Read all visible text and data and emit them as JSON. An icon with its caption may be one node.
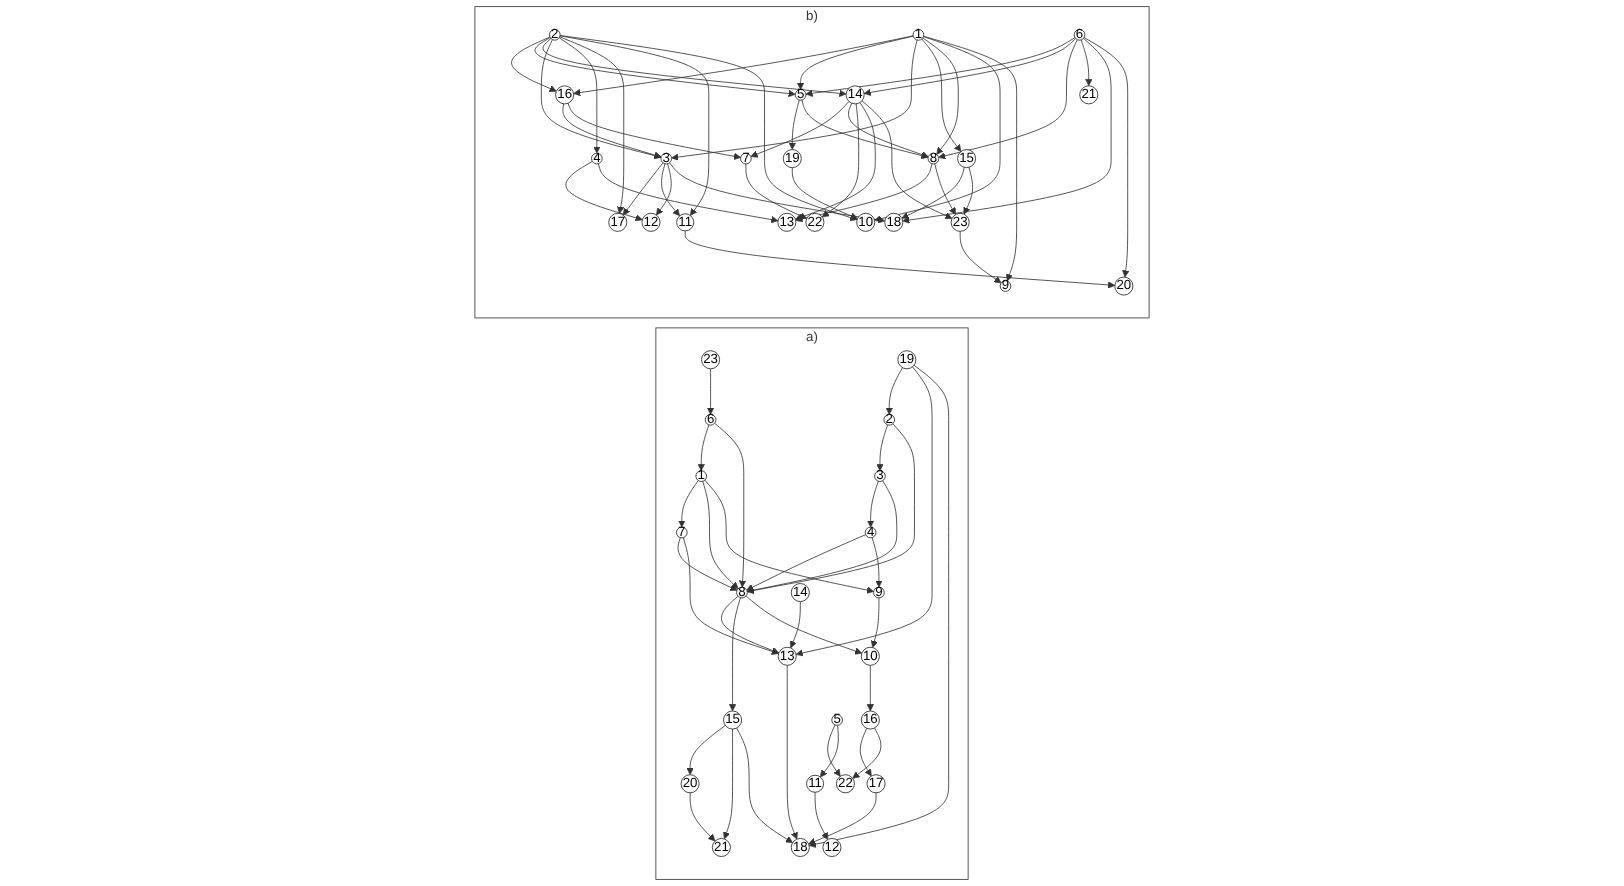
{
  "diagram": {
    "nodes": [
      {
        "text": [
          "a)"
        ]
      },
      {
        "text": [
          "23"
        ],
        "in": 0
      },
      {
        "text": [
          "19"
        ],
        "in": 0
      },
      {
        "text": [
          "6"
        ],
        "in": 0
      },
      {
        "text": [
          "2"
        ],
        "in": 0
      },
      {
        "text": [
          "1"
        ],
        "in": 0
      },
      {
        "text": [
          "3"
        ],
        "in": 0
      },
      {
        "text": [
          "7"
        ],
        "in": 0
      },
      {
        "text": [
          "4"
        ],
        "in": 0
      },
      {
        "text": [
          "14"
        ],
        "in": 0
      },
      {
        "text": [
          "8"
        ],
        "in": 0
      },
      {
        "text": [
          "9"
        ],
        "in": 0
      },
      {
        "text": [
          "13"
        ],
        "in": 0
      },
      {
        "text": [
          "15"
        ],
        "in": 0
      },
      {
        "text": [
          "10"
        ],
        "in": 0
      },
      {
        "text": [
          "20"
        ],
        "in": 0
      },
      {
        "text": [
          "16"
        ],
        "in": 0
      },
      {
        "text": [
          "5"
        ],
        "in": 0
      },
      {
        "text": [
          "21"
        ],
        "in": 0
      },
      {
        "text": [
          "17"
        ],
        "in": 0
      },
      {
        "text": [
          "22"
        ],
        "in": 0
      },
      {
        "text": [
          "11"
        ],
        "in": 0
      },
      {
        "text": [
          "18"
        ],
        "in": 0
      },
      {
        "text": [
          "12"
        ],
        "in": 0
      },
      {
        "text": [
          "b)"
        ]
      },
      {
        "text": [
          "2"
        ],
        "in": 24
      },
      {
        "text": [
          "1"
        ],
        "in": 24
      },
      {
        "text": [
          "6"
        ],
        "in": 24
      },
      {
        "text": [
          "16"
        ],
        "in": 24
      },
      {
        "text": [
          "5"
        ],
        "in": 24
      },
      {
        "text": [
          "14"
        ],
        "in": 24
      },
      {
        "text": [
          "21"
        ],
        "in": 24
      },
      {
        "text": [
          "3"
        ],
        "in": 24
      },
      {
        "text": [
          "4"
        ],
        "in": 24
      },
      {
        "text": [
          "19"
        ],
        "in": 24
      },
      {
        "text": [
          "7"
        ],
        "in": 24
      },
      {
        "text": [
          "15"
        ],
        "in": 24
      },
      {
        "text": [
          "8"
        ],
        "in": 24
      },
      {
        "text": [
          "17"
        ],
        "in": 24
      },
      {
        "text": [
          "11"
        ],
        "in": 24
      },
      {
        "text": [
          "12"
        ],
        "in": 24
      },
      {
        "text": [
          "10"
        ],
        "in": 24
      },
      {
        "text": [
          "18"
        ],
        "in": 24
      },
      {
        "text": [
          "22"
        ],
        "in": 24
      },
      {
        "text": [
          "13"
        ],
        "in": 24
      },
      {
        "text": [
          "23"
        ],
        "in": 24
      },
      {
        "text": [
          "20"
        ],
        "in": 24
      },
      {
        "text": [
          "9"
        ],
        "in": 24
      }
    ],
    "edges": [
      {
        "from": 1,
        "to": 3,
        "arrow": "to"
      },
      {
        "from": 2,
        "to": 4,
        "arrow": "to"
      },
      {
        "from": 2,
        "to": 12,
        "arrow": "to"
      },
      {
        "from": 2,
        "to": 22,
        "arrow": "to"
      },
      {
        "from": 3,
        "to": 5,
        "arrow": "to"
      },
      {
        "from": 3,
        "to": 10,
        "arrow": "to"
      },
      {
        "from": 4,
        "to": 6,
        "arrow": "to"
      },
      {
        "from": 4,
        "to": 10,
        "arrow": "to"
      },
      {
        "from": 5,
        "to": 7,
        "arrow": "to"
      },
      {
        "from": 5,
        "to": 10,
        "arrow": "to"
      },
      {
        "from": 5,
        "to": 11,
        "arrow": "to"
      },
      {
        "from": 6,
        "to": 8,
        "arrow": "to"
      },
      {
        "from": 6,
        "to": 10,
        "arrow": "to"
      },
      {
        "from": 8,
        "to": 10,
        "arrow": "to"
      },
      {
        "from": 8,
        "to": 11,
        "arrow": "to"
      },
      {
        "from": 7,
        "to": 10,
        "arrow": "to"
      },
      {
        "from": 7,
        "to": 12,
        "arrow": "to"
      },
      {
        "from": 9,
        "to": 12,
        "arrow": "to"
      },
      {
        "from": 10,
        "to": 12,
        "arrow": "to"
      },
      {
        "from": 10,
        "to": 13,
        "arrow": "to"
      },
      {
        "from": 10,
        "to": 14,
        "arrow": "to"
      },
      {
        "from": 11,
        "to": 14,
        "arrow": "to"
      },
      {
        "from": 14,
        "to": 16,
        "arrow": "to"
      },
      {
        "from": 13,
        "to": 15,
        "arrow": "to"
      },
      {
        "from": 13,
        "to": 18,
        "arrow": "to"
      },
      {
        "from": 13,
        "to": 22,
        "arrow": "to"
      },
      {
        "from": 15,
        "to": 18,
        "arrow": "to"
      },
      {
        "from": 16,
        "to": 19,
        "arrow": "to"
      },
      {
        "from": 16,
        "to": 20,
        "arrow": "to"
      },
      {
        "from": 17,
        "to": 20,
        "arrow": "to"
      },
      {
        "from": 17,
        "to": 21,
        "arrow": "to"
      },
      {
        "from": 21,
        "to": 23,
        "arrow": "to"
      },
      {
        "from": 19,
        "to": 22,
        "arrow": "to"
      },
      {
        "from": 12,
        "to": 22,
        "arrow": "to"
      },
      {
        "from": 25,
        "to": 28,
        "arrow": "to"
      },
      {
        "from": 25,
        "to": 29,
        "arrow": "to"
      },
      {
        "from": 25,
        "to": 30,
        "arrow": "to"
      },
      {
        "from": 25,
        "to": 32,
        "arrow": "to"
      },
      {
        "from": 25,
        "to": 33,
        "arrow": "to"
      },
      {
        "from": 25,
        "to": 38,
        "arrow": "to"
      },
      {
        "from": 25,
        "to": 39,
        "arrow": "to"
      },
      {
        "from": 25,
        "to": 41,
        "arrow": "to"
      },
      {
        "from": 26,
        "to": 28,
        "arrow": "to"
      },
      {
        "from": 26,
        "to": 29,
        "arrow": "to"
      },
      {
        "from": 26,
        "to": 32,
        "arrow": "to"
      },
      {
        "from": 26,
        "to": 36,
        "arrow": "to"
      },
      {
        "from": 26,
        "to": 37,
        "arrow": "to"
      },
      {
        "from": 26,
        "to": 41,
        "arrow": "to"
      },
      {
        "from": 26,
        "to": 47,
        "arrow": "to"
      },
      {
        "from": 27,
        "to": 29,
        "arrow": "to"
      },
      {
        "from": 27,
        "to": 30,
        "arrow": "to"
      },
      {
        "from": 27,
        "to": 37,
        "arrow": "to"
      },
      {
        "from": 27,
        "to": 31,
        "arrow": "to"
      },
      {
        "from": 27,
        "to": 42,
        "arrow": "to"
      },
      {
        "from": 27,
        "to": 46,
        "arrow": "to"
      },
      {
        "from": 28,
        "to": 32,
        "arrow": "to"
      },
      {
        "from": 28,
        "to": 35,
        "arrow": "to"
      },
      {
        "from": 29,
        "to": 34,
        "arrow": "to"
      },
      {
        "from": 29,
        "to": 37,
        "arrow": "to"
      },
      {
        "from": 30,
        "to": 35,
        "arrow": "to"
      },
      {
        "from": 30,
        "to": 37,
        "arrow": "to"
      },
      {
        "from": 30,
        "to": 43,
        "arrow": "to"
      },
      {
        "from": 30,
        "to": 44,
        "arrow": "to"
      },
      {
        "from": 30,
        "to": 45,
        "arrow": "to"
      },
      {
        "from": 32,
        "to": 38,
        "arrow": "to"
      },
      {
        "from": 32,
        "to": 39,
        "arrow": "to"
      },
      {
        "from": 32,
        "to": 40,
        "arrow": "to"
      },
      {
        "from": 32,
        "to": 42,
        "arrow": "to"
      },
      {
        "from": 33,
        "to": 40,
        "arrow": "to"
      },
      {
        "from": 33,
        "to": 44,
        "arrow": "to"
      },
      {
        "from": 34,
        "to": 41,
        "arrow": "to"
      },
      {
        "from": 35,
        "to": 43,
        "arrow": "to"
      },
      {
        "from": 36,
        "to": 42,
        "arrow": "to"
      },
      {
        "from": 36,
        "to": 45,
        "arrow": "to"
      },
      {
        "from": 37,
        "to": 44,
        "arrow": "to"
      },
      {
        "from": 37,
        "to": 45,
        "arrow": "to"
      },
      {
        "from": 45,
        "to": 47,
        "arrow": "to"
      },
      {
        "from": 39,
        "to": 46,
        "arrow": "to"
      }
    ]
  }
}
